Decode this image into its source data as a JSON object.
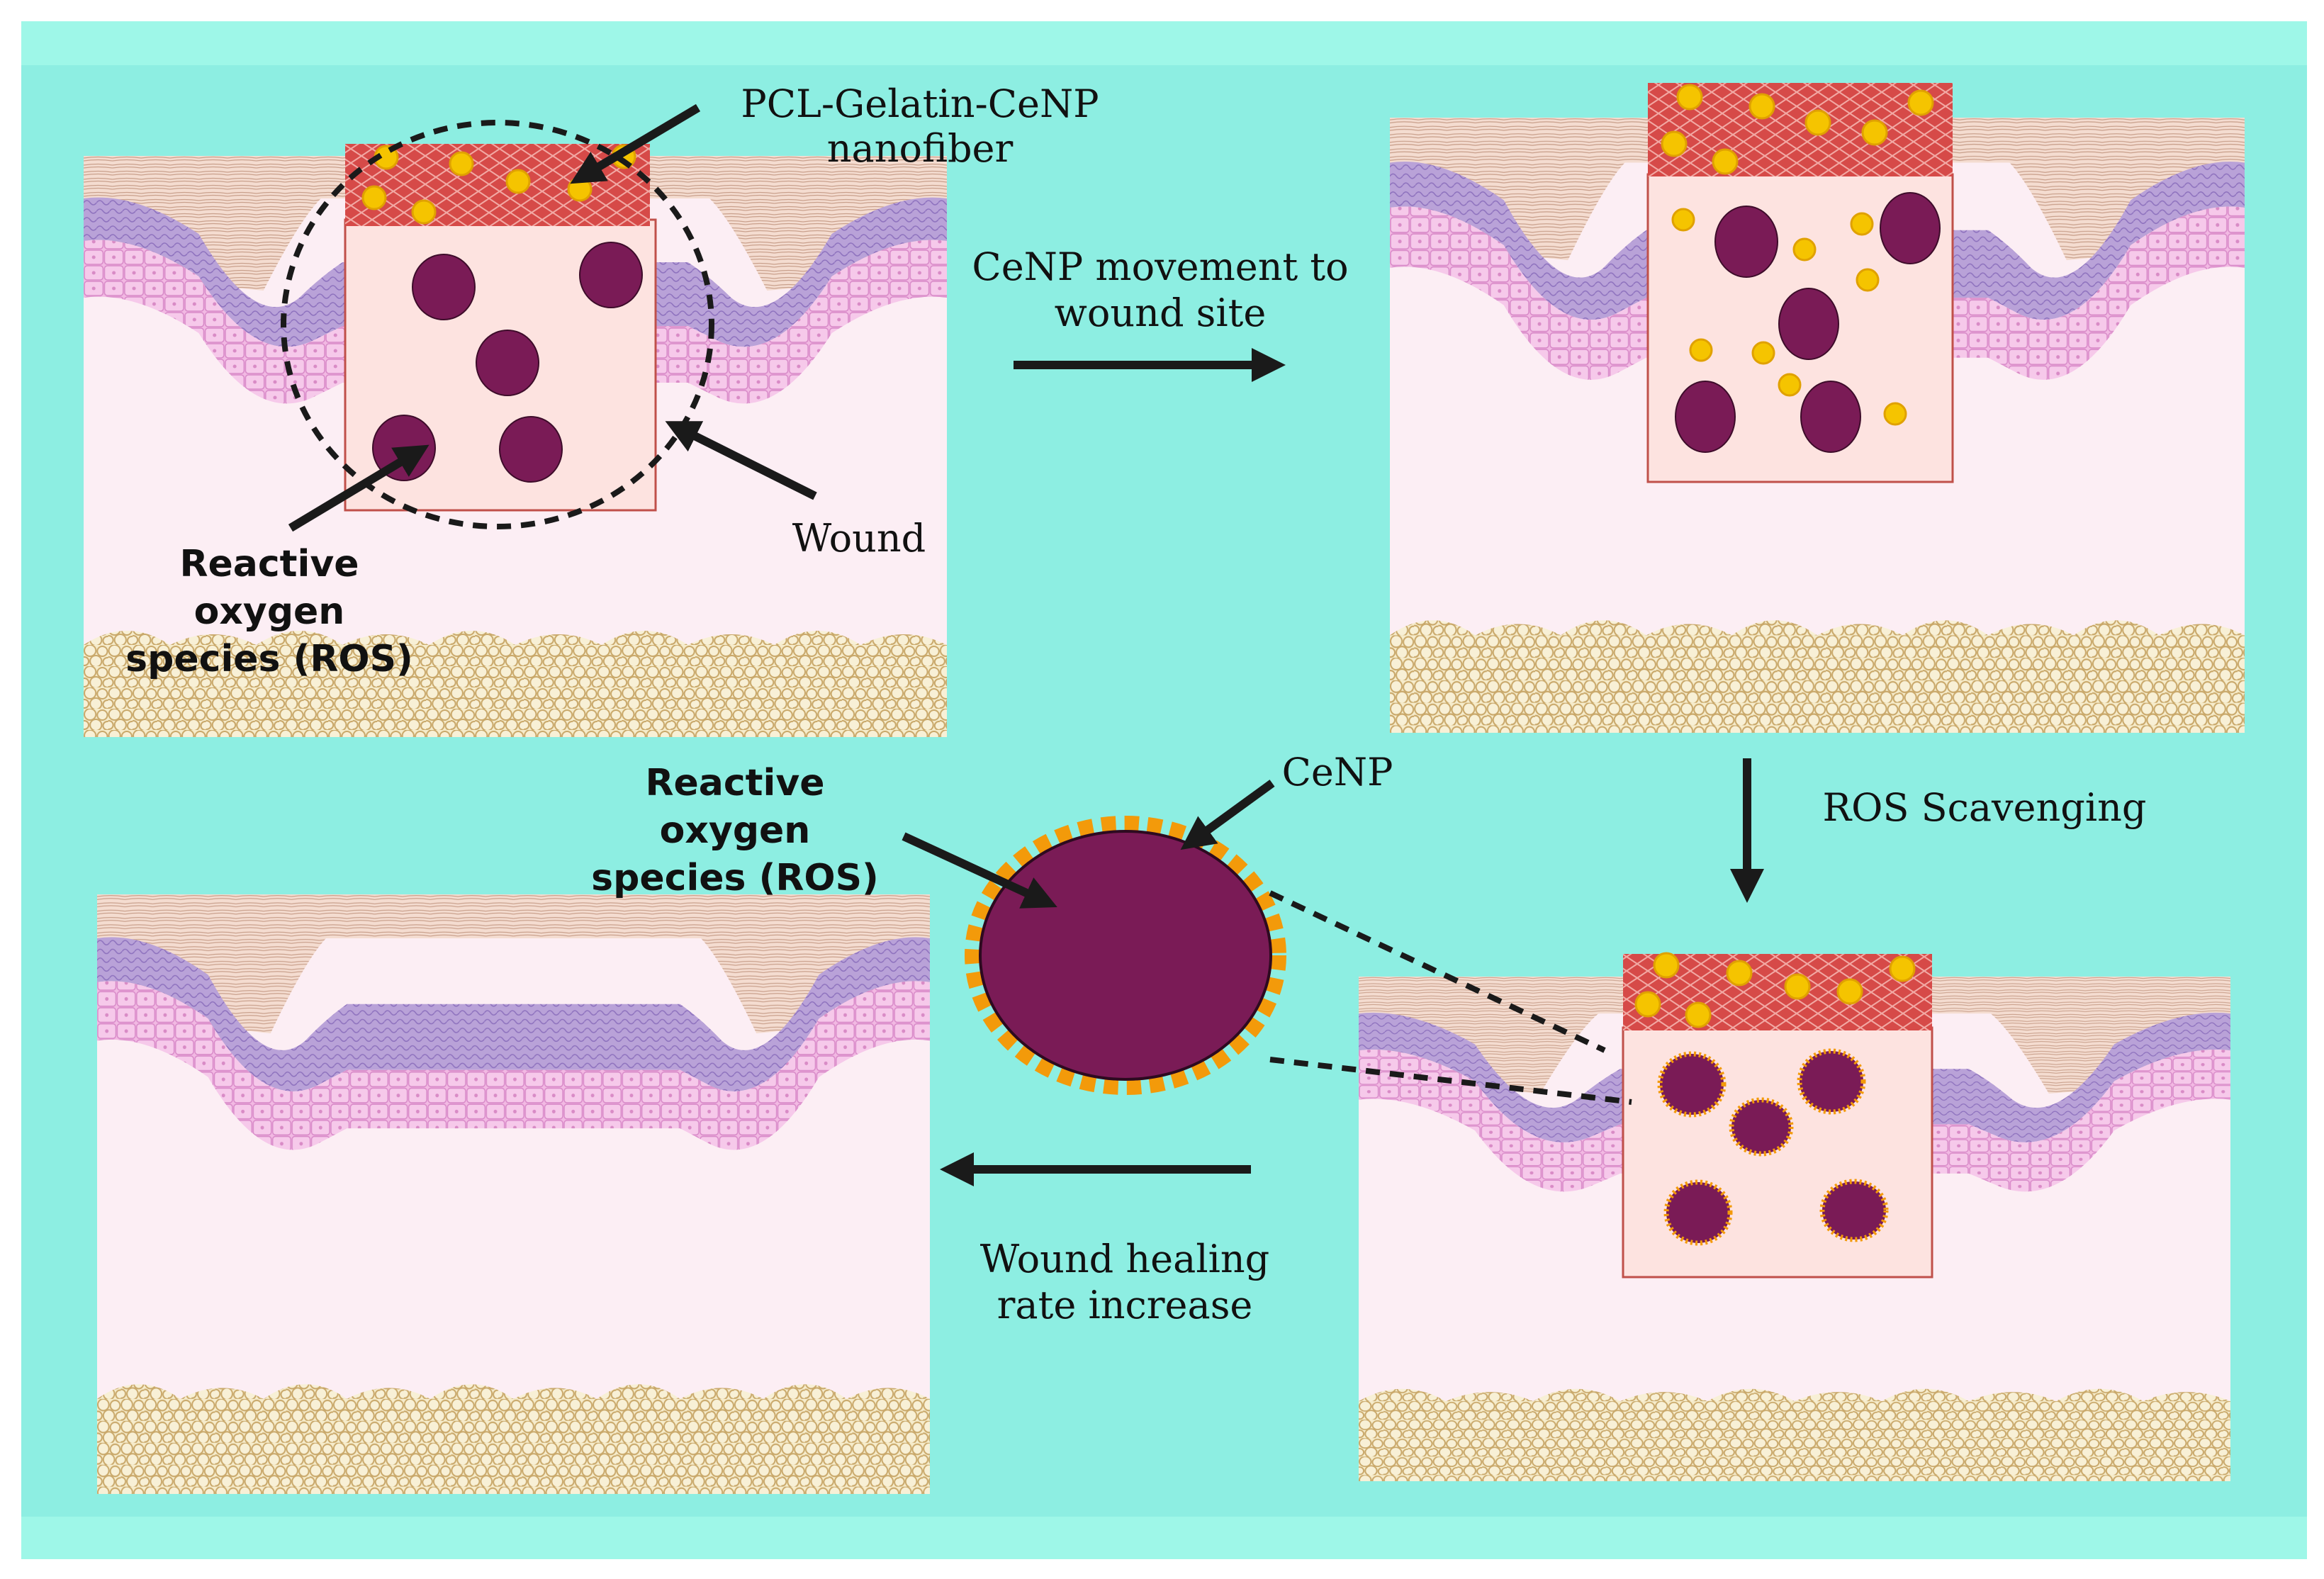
{
  "labels": {
    "nanofiber": [
      "PCL-Gelatin-CeNP",
      "nanofiber"
    ],
    "wound": "Wound",
    "ros_top": [
      "Reactive",
      "oxygen",
      "species (ROS)"
    ],
    "movement": [
      "CeNP movement to",
      "wound site"
    ],
    "scavenging": "ROS Scavenging",
    "cenp": "CeNP",
    "ros_middle": [
      "Reactive",
      "oxygen",
      "species (ROS)"
    ],
    "healing": [
      "Wound healing",
      "rate increase"
    ]
  },
  "colors": {
    "background": "#8DEEE2",
    "ros": "#7A1B56",
    "nanoparticle": "#F5C400",
    "cenp_coat": "#F39A0A",
    "fiber": "#D8474A",
    "wound": "#FDE3E0",
    "fat": "#F3E7C2",
    "dermis": "#FCEEF4"
  }
}
